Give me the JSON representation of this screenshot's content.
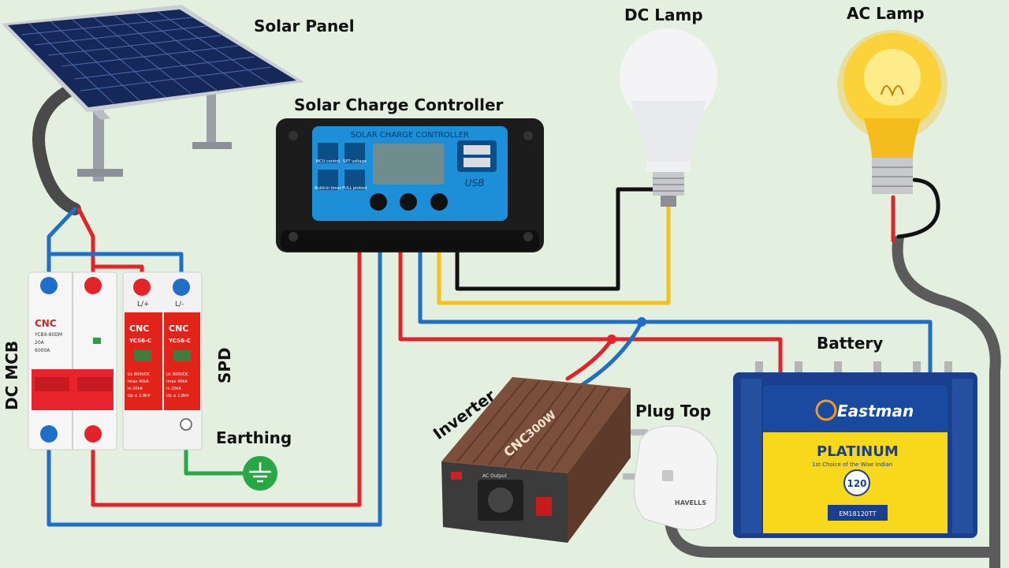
{
  "labels": {
    "solar_panel": "Solar Panel",
    "charge_controller": "Solar Charge Controller",
    "dc_lamp": "DC Lamp",
    "ac_lamp": "AC Lamp",
    "dc_mcb": "DC MCB",
    "spd": "SPD",
    "earthing": "Earthing",
    "inverter": "Inverter",
    "plug_top": "Plug Top",
    "battery": "Battery"
  },
  "controller": {
    "header": "SOLAR CHARGE CONTROLLER",
    "btn_mcu": "MCU control",
    "btn_set": "SET voltage",
    "btn_timer": "Build-in timer",
    "btn_protect": "FULL protect",
    "usb": "USB"
  },
  "mcb": {
    "brand": "CNC",
    "model": "YCB9-80DM",
    "rating": "20A",
    "capacity": "6000A"
  },
  "spd": {
    "brand": "CNC",
    "model": "YCS6-C",
    "terminal_pos": "L/+",
    "terminal_neg": "L/-",
    "spec1": "Uc 800VDC",
    "spec2": "Imax 40kA",
    "spec3": "In 20kA",
    "spec4": "Up ≤ 2.8kV"
  },
  "inverter": {
    "brand": "CNC",
    "power": "300W",
    "output_label": "AC Output"
  },
  "plug": {
    "brand": "HAVELLS"
  },
  "battery": {
    "brand": "Eastman",
    "series": "PLATINUM",
    "tagline": "1st Choice of the Wise Indian",
    "badge": "120",
    "model": "EM18120TT"
  },
  "colors": {
    "background": "#e3efdf",
    "wire_red": "#e3222a",
    "wire_blue": "#1e6fc8",
    "wire_black": "#111111",
    "wire_yellow": "#f4c21a",
    "wire_green": "#27a844",
    "cable_grey": "#5b5b5b"
  }
}
